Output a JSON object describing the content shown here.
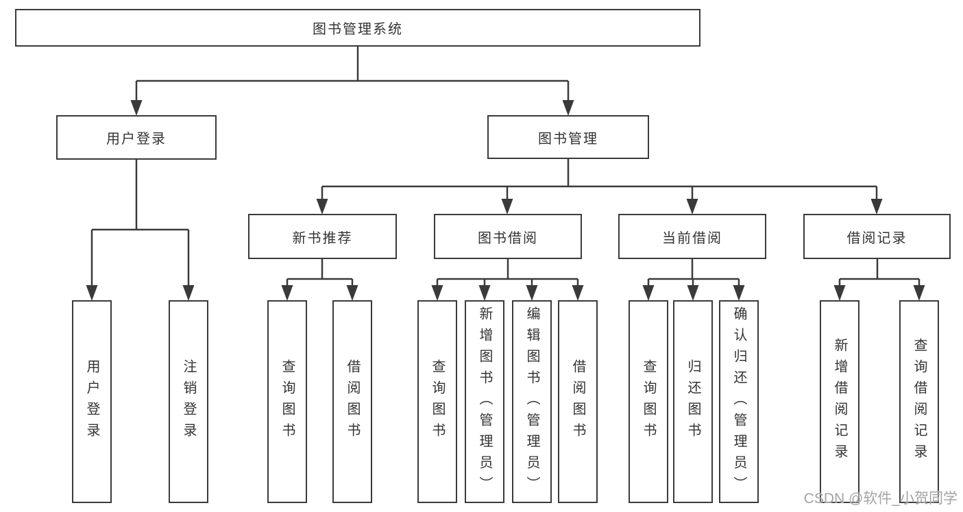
{
  "tree": {
    "label": "图书管理系统",
    "children": [
      {
        "label": "用户登录",
        "children": [
          {
            "label": "用户登录"
          },
          {
            "label": "注销登录"
          }
        ]
      },
      {
        "label": "图书管理",
        "children": [
          {
            "label": "新书推荐",
            "children": [
              {
                "label": "查询图书"
              },
              {
                "label": "借阅图书"
              }
            ]
          },
          {
            "label": "图书借阅",
            "children": [
              {
                "label": "查询图书"
              },
              {
                "label": "新增图书（管理员）"
              },
              {
                "label": "编辑图书（管理员）"
              },
              {
                "label": "借阅图书"
              }
            ]
          },
          {
            "label": "当前借阅",
            "children": [
              {
                "label": "查询图书"
              },
              {
                "label": "归还图书"
              },
              {
                "label": "确认归还（管理员）"
              }
            ]
          },
          {
            "label": "借阅记录",
            "children": [
              {
                "label": "新增借阅记录"
              },
              {
                "label": "查询借阅记录"
              }
            ]
          }
        ]
      }
    ]
  },
  "watermark": {
    "text": "CSDN @软件_小贺同学"
  },
  "colors": {
    "line": "#3a3a3a",
    "box_border": "#3a3a3a",
    "text": "#333333",
    "background": "#ffffff",
    "watermark": "#a3a3a3"
  }
}
